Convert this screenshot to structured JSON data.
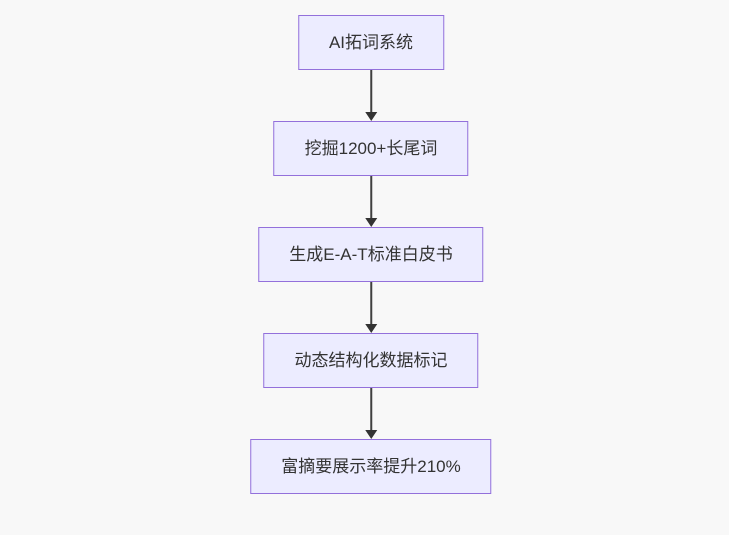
{
  "page": {
    "background": "#f8f8f8"
  },
  "flowchart": {
    "type": "flowchart",
    "direction": "top-down",
    "nodes": [
      {
        "id": "n1",
        "label": "AI拓词系统"
      },
      {
        "id": "n2",
        "label": "挖掘1200+长尾词"
      },
      {
        "id": "n3",
        "label": "生成E-A-T标准白皮书"
      },
      {
        "id": "n4",
        "label": "动态结构化数据标记"
      },
      {
        "id": "n5",
        "label": "富摘要展示率提升210%"
      }
    ],
    "edges": [
      {
        "from": "n1",
        "to": "n2"
      },
      {
        "from": "n2",
        "to": "n3"
      },
      {
        "from": "n3",
        "to": "n4"
      },
      {
        "from": "n4",
        "to": "n5"
      }
    ],
    "colors": {
      "node_fill": "#ececff",
      "node_border": "#9370db",
      "node_text": "#333333",
      "arrow": "#404040"
    }
  }
}
